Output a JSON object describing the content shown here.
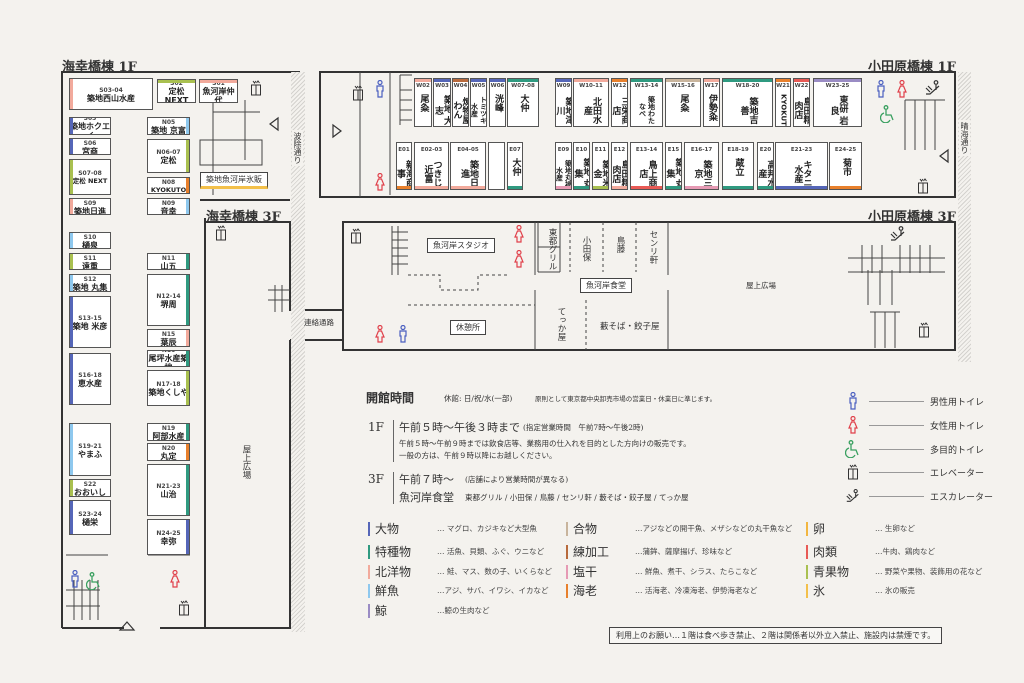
{
  "buildings": {
    "kaikobashi_1f": "海幸橋棟 1F",
    "kaikobashi_3f": "海幸橋棟 3F",
    "odawarabashi_1f": "小田原橋棟 1F",
    "odawarabashi_3f": "小田原橋棟 3F"
  },
  "streets": {
    "namiyoke": "波除通り",
    "harumi": "晴海通り",
    "corridor": "連絡通路"
  },
  "rooms": {
    "hyohan": "築地魚河岸氷販",
    "studio": "魚河岸スタジオ",
    "shokudo": "魚河岸食堂",
    "kyukeisho": "休憩所",
    "okujo_left": "屋上広場",
    "okujo_right": "屋上広場",
    "restaurants": [
      "東都グリル",
      "小田保",
      "鳥藤",
      "センリ軒",
      "てっか屋",
      "藪そば・餃子屋"
    ]
  },
  "colors": {
    "oomono": "#5566b8",
    "tokushumono": "#2f9a80",
    "hokuyo": "#f2aa9c",
    "sengyo": "#8ec8ee",
    "kujira": "#9a8cc4",
    "aimono": "#c8b49c",
    "neri": "#b86a3c",
    "enkan": "#e69ab4",
    "ebi": "#e8802c",
    "tamago": "#f2b640",
    "niku": "#e85a55",
    "seika": "#a9c050",
    "kori": "#f3c04a",
    "male": "#4a5fc0",
    "female": "#e0404a",
    "accessible": "#3aa060"
  },
  "stalls": [
    {
      "id": "S03-04",
      "name": "築地西山水産",
      "cat": "hokuyo"
    },
    {
      "id": "S02",
      "name": "定松NEXT",
      "cat": "seika"
    },
    {
      "id": "S01",
      "name": "魚河岸仲代",
      "cat": "hokuyo"
    },
    {
      "id": "S05",
      "name": "築地ホクエイ",
      "cat": "oomono"
    },
    {
      "id": "S06",
      "name": "宮商",
      "cat": "oomono"
    },
    {
      "id": "S07-08",
      "name": "定松 NEXT",
      "cat": "seika"
    },
    {
      "id": "S09",
      "name": "築地日進",
      "cat": "hokuyo"
    },
    {
      "id": "S10",
      "name": "樋泉",
      "cat": "sengyo"
    },
    {
      "id": "S11",
      "name": "遠重",
      "cat": "seika"
    },
    {
      "id": "S12",
      "name": "築地 丸集",
      "cat": "sengyo"
    },
    {
      "id": "S13-15",
      "name": "築地 米彦",
      "cat": "oomono"
    },
    {
      "id": "S16-18",
      "name": "恵水産",
      "cat": "oomono"
    },
    {
      "id": "S19-21",
      "name": "やまふ",
      "cat": "sengyo"
    },
    {
      "id": "S22",
      "name": "おおいし",
      "cat": "seika"
    },
    {
      "id": "S23-24",
      "name": "樋栄",
      "cat": "oomono"
    },
    {
      "id": "N05",
      "name": "築地 京富",
      "cat": "sengyo"
    },
    {
      "id": "N06-07",
      "name": "定松",
      "cat": "seika"
    },
    {
      "id": "N08",
      "name": "KYOKUTO",
      "cat": "ebi"
    },
    {
      "id": "N09",
      "name": "音幸",
      "cat": "sengyo"
    },
    {
      "id": "N11",
      "name": "山五",
      "cat": "tokushumono"
    },
    {
      "id": "N12-14",
      "name": "堺周",
      "cat": "tokushumono"
    },
    {
      "id": "N15",
      "name": "葉辰",
      "cat": "hokuyo"
    },
    {
      "id": "N16",
      "name": "尾坪水産築地",
      "cat": "tokushumono"
    },
    {
      "id": "N17-18",
      "name": "築地くしや",
      "cat": "seika"
    },
    {
      "id": "N19",
      "name": "阿部水産",
      "cat": "tokushumono"
    },
    {
      "id": "N20",
      "name": "丸定",
      "cat": "ebi"
    },
    {
      "id": "N21-23",
      "name": "山治",
      "cat": "tokushumono"
    },
    {
      "id": "N24-25",
      "name": "幸弥",
      "cat": "oomono"
    },
    {
      "id": "W02",
      "name": "尾粂",
      "cat": "hokuyo"
    },
    {
      "id": "W03",
      "name": "築地 大志",
      "cat": "oomono"
    },
    {
      "id": "W04",
      "name": "煉物屋わん",
      "cat": "neri"
    },
    {
      "id": "W05",
      "name": "トミツキ水産",
      "cat": "oomono"
    },
    {
      "id": "W06",
      "name": "洸峰",
      "cat": "oomono"
    },
    {
      "id": "W07-08",
      "name": "大仲",
      "cat": "tokushumono"
    },
    {
      "id": "W09",
      "name": "築地津川",
      "cat": "oomono"
    },
    {
      "id": "W10-11",
      "name": "北田水産",
      "cat": "hokuyo"
    },
    {
      "id": "W12",
      "name": "三栄商店",
      "cat": "ebi"
    },
    {
      "id": "W13-14",
      "name": "築地わたなべ",
      "cat": "tokushumono"
    },
    {
      "id": "W15-16",
      "name": "尾粂",
      "cat": "aimono"
    },
    {
      "id": "W17",
      "name": "伊勢粂",
      "cat": "hokuyo"
    },
    {
      "id": "W18-20",
      "name": "築地吉善",
      "cat": "tokushumono"
    },
    {
      "id": "W21",
      "name": "KYOKUTO",
      "cat": "ebi"
    },
    {
      "id": "W22",
      "name": "島田精肉店",
      "cat": "niku"
    },
    {
      "id": "W23-25",
      "name": "東研 岩良",
      "cat": "kujira"
    },
    {
      "id": "E01",
      "name": "新海商事",
      "cat": "ebi"
    },
    {
      "id": "E02-03",
      "name": "つきじ近富",
      "cat": "hokuyo"
    },
    {
      "id": "E04-05",
      "name": "築地日進",
      "cat": "hokuyo"
    },
    {
      "id": "E07",
      "name": "大仲",
      "cat": "tokushumono"
    },
    {
      "id": "E09",
      "name": "築地丸福水産",
      "cat": "enkan"
    },
    {
      "id": "E10",
      "name": "築地 丸集",
      "cat": "tokushumono"
    },
    {
      "id": "E11",
      "name": "築地米金",
      "cat": "seika"
    },
    {
      "id": "E12",
      "name": "島田精肉店",
      "cat": "hokuyo"
    },
    {
      "id": "E13-14",
      "name": "鳥上商店",
      "cat": "niku"
    },
    {
      "id": "E15",
      "name": "築地 丸集",
      "cat": "tokushumono"
    },
    {
      "id": "E16-17",
      "name": "築地三京",
      "cat": "enkan"
    },
    {
      "id": "E18-19",
      "name": "蔵立",
      "cat": "tokushumono"
    },
    {
      "id": "E20",
      "name": "高邦水産",
      "cat": "tokushumono"
    },
    {
      "id": "E21-23",
      "name": "キタニ水産",
      "cat": "oomono"
    },
    {
      "id": "E24-25",
      "name": "菊市",
      "cat": "ebi"
    }
  ],
  "hours": {
    "heading": "開館時間",
    "closed": "休館: 日/祝/水(一部)",
    "closed_note": "原則として東京都中央卸売市場の営業日・休業日に準じます。",
    "f1_label": "1F",
    "f1_time": "午前５時〜午後３時まで",
    "f1_designated": "(指定営業時間　午前7時〜午後2時)",
    "f1_note1": "午前５時〜午前９時までは飲食店等、業務用の仕入れを目的とした方向けの販売です。",
    "f1_note2": "一般の方は、午前９時以降にお越しください。",
    "f3_label": "3F",
    "f3_time": "午前７時〜",
    "f3_note": "(店舗により営業時間が異なる)",
    "f3_shokudo": "魚河岸食堂",
    "f3_shops": "東都グリル / 小田保 / 鳥藤 / センリ軒 / 藪そば・餃子屋 / てっか屋"
  },
  "categories": [
    {
      "key": "oomono",
      "name": "大物",
      "desc": "… マグロ、カジキなど大型魚"
    },
    {
      "key": "tokushumono",
      "name": "特種物",
      "desc": "… 活魚、貝類、ふぐ、ウニなど"
    },
    {
      "key": "hokuyo",
      "name": "北洋物",
      "desc": "… 鮭、マス、数の子、いくらなど"
    },
    {
      "key": "sengyo",
      "name": "鮮魚",
      "desc": "…アジ、サバ、イワシ、イカなど"
    },
    {
      "key": "kujira",
      "name": "鯨",
      "desc": "…鯨の生肉など"
    },
    {
      "key": "aimono",
      "name": "合物",
      "desc": "…アジなどの開干魚、メザシなどの丸干魚など"
    },
    {
      "key": "neri",
      "name": "練加工",
      "desc": "…蒲鉾、薩摩揚げ、珍味など"
    },
    {
      "key": "enkan",
      "name": "塩干",
      "desc": "… 鮮魚、煮干、シラス、たらこなど"
    },
    {
      "key": "ebi",
      "name": "海老",
      "desc": "… 活海老、冷凍海老、伊勢海老など"
    },
    {
      "key": "tamago",
      "name": "卵",
      "desc": "… 生卵など"
    },
    {
      "key": "niku",
      "name": "肉類",
      "desc": "…牛肉、鶏肉など"
    },
    {
      "key": "seika",
      "name": "青果物",
      "desc": "… 野菜や果物、装飾用の花など"
    },
    {
      "key": "kori",
      "name": "氷",
      "desc": "… 氷の販売"
    }
  ],
  "legend": {
    "male": "男性用トイレ",
    "female": "女性用トイレ",
    "accessible": "多目的トイレ",
    "elevator": "エレベーター",
    "escalator": "エスカレーター"
  },
  "notice": "利用上のお願い…１階は食べ歩き禁止、２階は関係者以外立入禁止、施設内は禁煙です。"
}
